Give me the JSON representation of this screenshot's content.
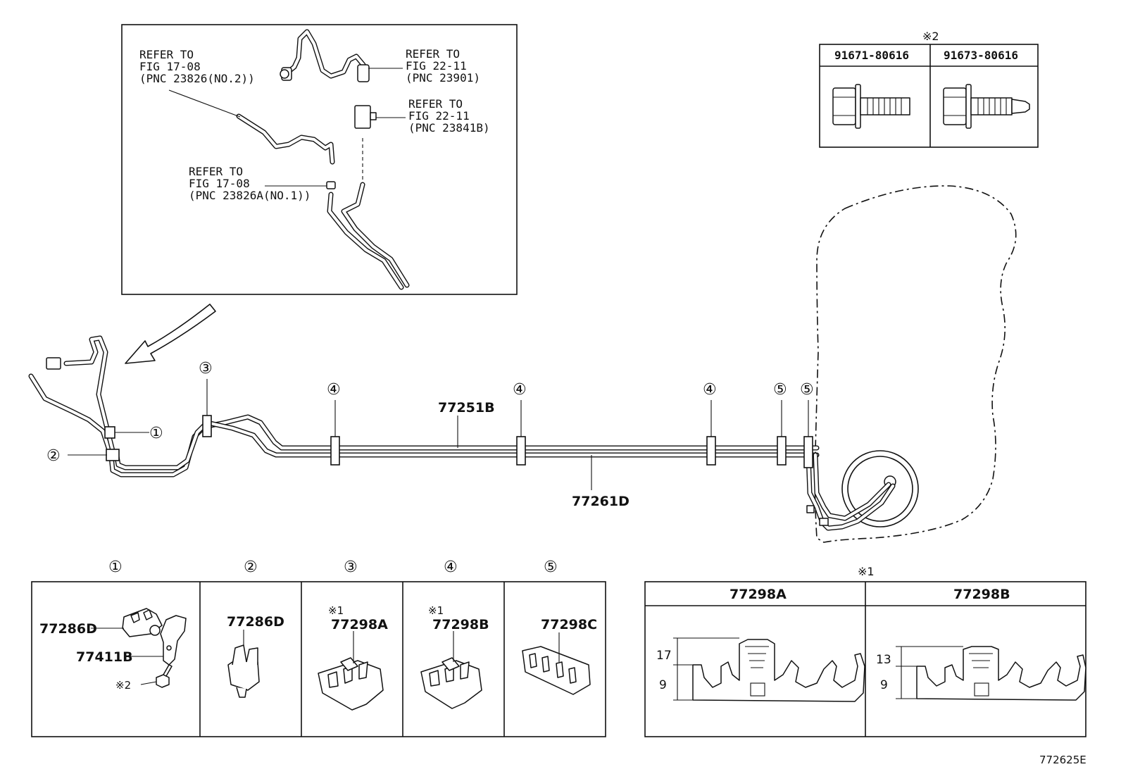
{
  "inset": {
    "refs": [
      {
        "lines": [
          "REFER TO",
          "FIG 17-08",
          "(PNC 23826(NO.2))"
        ]
      },
      {
        "lines": [
          "REFER TO",
          "FIG 22-11",
          "(PNC 23901)"
        ]
      },
      {
        "lines": [
          "REFER TO",
          "FIG 22-11",
          "(PNC 23841B)"
        ]
      },
      {
        "lines": [
          "REFER TO",
          "FIG 17-08",
          "(PNC 23826A(NO.1))"
        ]
      }
    ]
  },
  "bolt_table": {
    "note": "※2",
    "headers": [
      "91671-80616",
      "91673-80616"
    ]
  },
  "main": {
    "pipe_upper": "77251B",
    "pipe_lower": "77261D",
    "callouts": [
      "①",
      "②",
      "③",
      "④",
      "④",
      "④",
      "⑤",
      "⑤"
    ]
  },
  "parts": {
    "columns": [
      {
        "num": "①",
        "labels": [
          "77286D",
          "77411B"
        ],
        "note": "※2"
      },
      {
        "num": "②",
        "labels": [
          "77286D"
        ]
      },
      {
        "num": "③",
        "note": "※1",
        "labels": [
          "77298A"
        ]
      },
      {
        "num": "④",
        "note": "※1",
        "labels": [
          "77298B"
        ]
      },
      {
        "num": "⑤",
        "labels": [
          "77298C"
        ]
      }
    ]
  },
  "clamp_table": {
    "note": "※1",
    "headers": [
      "77298A",
      "77298B"
    ],
    "dims_a": [
      "17",
      "9"
    ],
    "dims_b": [
      "13",
      "9"
    ]
  },
  "figure_id": "772625E"
}
